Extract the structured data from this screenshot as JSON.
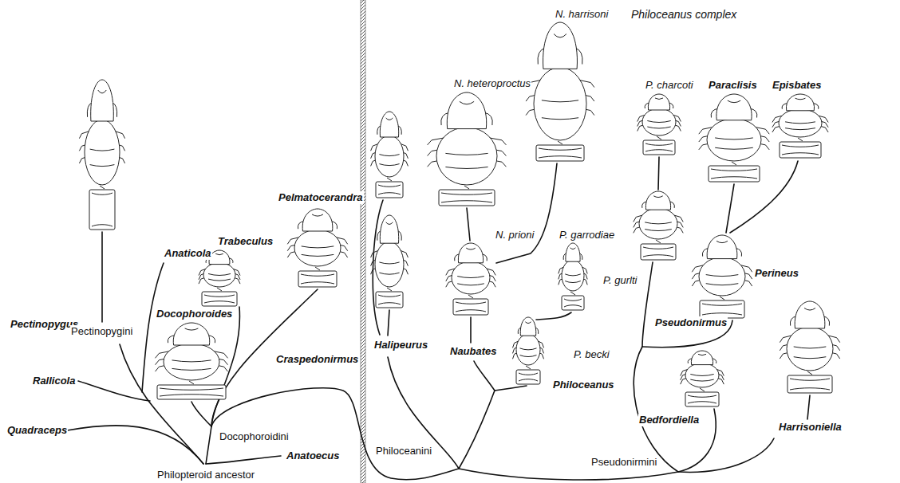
{
  "diagram": {
    "title": "Philoceanus complex",
    "labels": [
      "Pectinopygus",
      "Pectinopygini",
      "Anaticola",
      "Pelmatocerandra",
      "Trabeculus",
      "Docophoroides",
      "Rallicola",
      "Docophoroidini",
      "Craspedonirmus",
      "Quadraceps",
      "Anatoecus",
      "Philopteroid ancestor",
      "Halipeurus",
      "N. heteroproctus",
      "N. harrisoni",
      "N. prioni",
      "Naubates",
      "P. garrodiae",
      "P. becki",
      "Philoceanus",
      "Philoceanini",
      "P. charcoti",
      "Paraclisis",
      "Episbates",
      "Perineus",
      "P. gurlti",
      "Pseudonirmus",
      "Bedfordiella",
      "Harrisoniella",
      "Pseudonirmini"
    ]
  }
}
